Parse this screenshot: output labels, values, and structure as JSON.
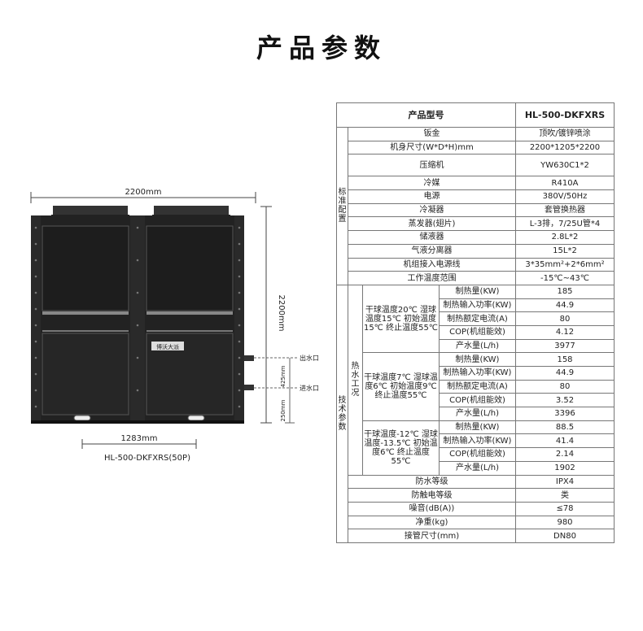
{
  "page_title": "产品参数",
  "drawing": {
    "dim_width": "2200mm",
    "dim_height": "2200mm",
    "dim_bottom": "1283mm",
    "dim_pipe": "250mm",
    "dim_pipe2": "425mm",
    "outlet": "出水口",
    "inlet": "进水口",
    "model": "HL-500-DKFXRS(50P)",
    "badge": "博沃大派"
  },
  "table": {
    "header": {
      "label": "产品型号",
      "value": "HL-500-DKFXRS"
    },
    "standard_group": "标准配置",
    "standard": [
      {
        "label": "钣金",
        "value": "顶吹/镀锌喷涂"
      },
      {
        "label": "机身尺寸(W*D*H)mm",
        "value": "2200*1205*2200"
      },
      {
        "label": "压缩机",
        "value": "YW630C1*2"
      },
      {
        "label": "冷媒",
        "value": "R410A"
      },
      {
        "label": "电源",
        "value": "380V/50Hz"
      },
      {
        "label": "冷凝器",
        "value": "套管换热器"
      },
      {
        "label": "蒸发器(翅片)",
        "value": "L-3排，7/25U管*4"
      },
      {
        "label": "储液器",
        "value": "2.8L*2"
      },
      {
        "label": "气液分离器",
        "value": "15L*2"
      },
      {
        "label": "机组接入电源线",
        "value": "3*35mm²+2*6mm²"
      },
      {
        "label": "工作温度范围",
        "value": "-15℃~43℃"
      }
    ],
    "tech_group": "技术参数",
    "hot_group": "热水工况",
    "conditions": [
      {
        "text": "干球温度20℃ 湿球温度15℃ 初始温度15℃ 终止温度55℃",
        "rows": [
          {
            "label": "制热量(KW)",
            "value": "185"
          },
          {
            "label": "制热输入功率(KW)",
            "value": "44.9"
          },
          {
            "label": "制热额定电流(A)",
            "value": "80"
          },
          {
            "label": "COP(机组能效)",
            "value": "4.12"
          },
          {
            "label": "产水量(L/h)",
            "value": "3977"
          }
        ]
      },
      {
        "text": "干球温度7℃ 湿球温度6℃ 初始温度9℃ 终止温度55℃",
        "rows": [
          {
            "label": "制热量(KW)",
            "value": "158"
          },
          {
            "label": "制热输入功率(KW)",
            "value": "44.9"
          },
          {
            "label": "制热额定电流(A)",
            "value": "80"
          },
          {
            "label": "COP(机组能效)",
            "value": "3.52"
          },
          {
            "label": "产水量(L/h)",
            "value": "3396"
          }
        ]
      },
      {
        "text": "干球温度-12℃ 湿球温度-13.5℃ 初始温度6℃ 终止温度55℃",
        "rows": [
          {
            "label": "制热量(KW)",
            "value": "88.5"
          },
          {
            "label": "制热输入功率(KW)",
            "value": "41.4"
          },
          {
            "label": "COP(机组能效)",
            "value": "2.14"
          },
          {
            "label": "产水量(L/h)",
            "value": "1902"
          }
        ]
      }
    ],
    "other": [
      {
        "label": "防水等级",
        "value": "IPX4"
      },
      {
        "label": "防触电等级",
        "value": "类"
      },
      {
        "label": "噪音(dB(A))",
        "value": "≤78"
      },
      {
        "label": "净重(kg)",
        "value": "980"
      },
      {
        "label": "接管尺寸(mm)",
        "value": "DN80"
      }
    ]
  }
}
